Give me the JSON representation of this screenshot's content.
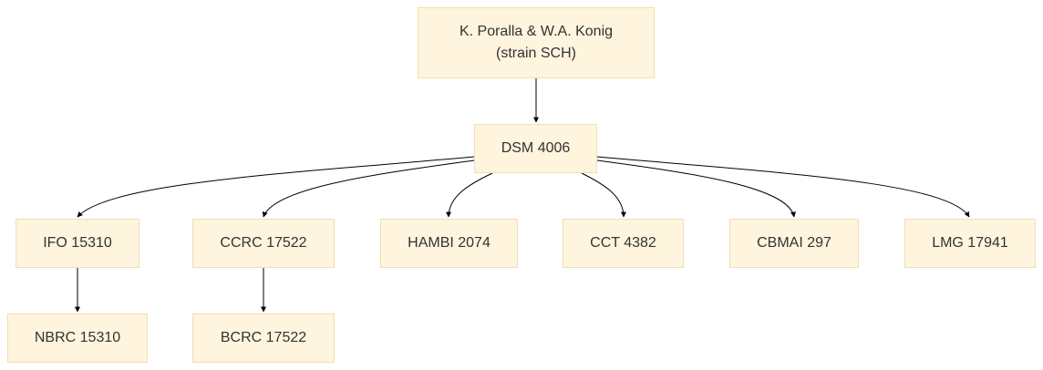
{
  "diagram": {
    "nodes": {
      "root": {
        "line1": "K. Poralla & W.A. Konig",
        "line2": "(strain SCH)"
      },
      "dsm": "DSM 4006",
      "ifo": "IFO 15310",
      "ccrc": "CCRC 17522",
      "hambi": "HAMBI 2074",
      "cct": "CCT 4382",
      "cbmai": "CBMAI 297",
      "lmg": "LMG 17941",
      "nbrc": "NBRC 15310",
      "bcrc": "BCRC 17522"
    }
  }
}
